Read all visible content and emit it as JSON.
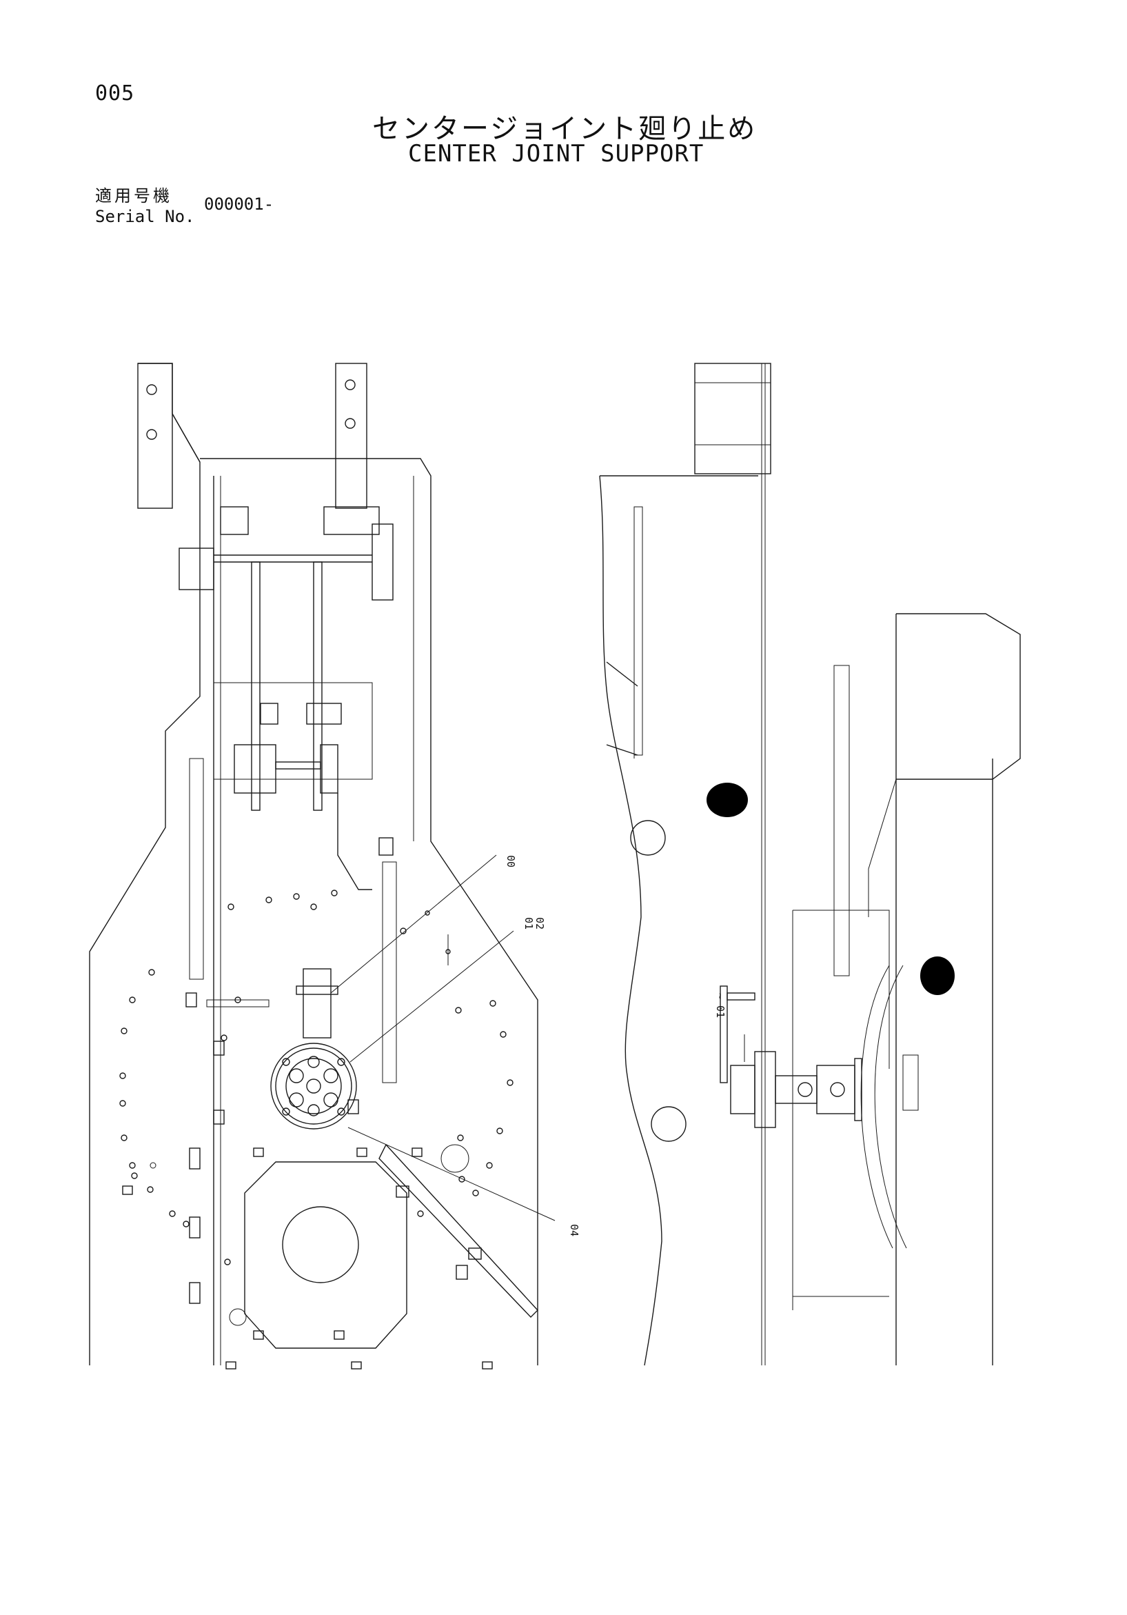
{
  "header": {
    "page_number": "005",
    "title_jp": "センタージョイント廻り止め",
    "title_en": "CENTER JOINT SUPPORT"
  },
  "serial": {
    "label_jp": "適用号機",
    "label_en": "Serial No.",
    "value": "000001-"
  },
  "callouts": {
    "c00": "00",
    "c01": "01",
    "c02": "02",
    "c04": "04"
  },
  "side_label": "~ 01"
}
